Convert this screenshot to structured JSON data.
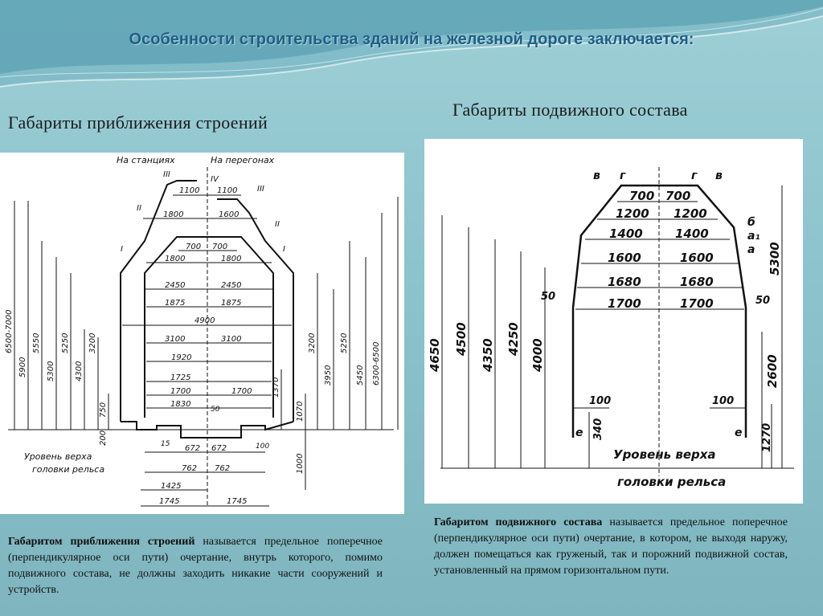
{
  "slide": {
    "title": "Особенности строительства зданий на железной дороге заключается:",
    "left": {
      "subtitle": "Габариты приближения строений",
      "caption_bold": "Габаритом приближения строений",
      "caption_text": " называется предельное поперечное (перпендикулярное оси пути) очертание, внутрь которого, помимо подвижного состава, не должны заходить никакие части сооружений и устройств."
    },
    "right": {
      "subtitle": "Габариты подвижного состава",
      "caption_bold": "Габаритом подвижного состава",
      "caption_text": " называется предельное поперечное (перпендикулярное оси пути) очертание, в котором, не выходя наружу, должен помещаться как груженый, так и порожний подвижной состав, установленный на прямом горизонтальном пути."
    }
  },
  "left_diagram": {
    "label_stations": "На станциях",
    "label_spans": "На перегонах",
    "roman": [
      "III",
      "IV",
      "III",
      "II",
      "II",
      "I",
      "I"
    ],
    "widths_left": [
      "1100",
      "1800",
      "700",
      "1800",
      "2450",
      "1875",
      "3100",
      "1920",
      "1725",
      "1700",
      "1830"
    ],
    "widths_right": [
      "1100",
      "1600",
      "700",
      "1800",
      "2450",
      "1875",
      "3100",
      "1700"
    ],
    "center_width": "4900",
    "heights_left": [
      "6500-7000",
      "5900",
      "5550",
      "5300",
      "5250",
      "4300",
      "3200",
      "750",
      "200"
    ],
    "heights_right": [
      "3200",
      "3950",
      "5250",
      "5450",
      "6300-6500",
      "1370",
      "1070",
      "1000"
    ],
    "bottom_widths": [
      "672",
      "672",
      "762",
      "762",
      "1425",
      "1745",
      "1745"
    ],
    "misc": [
      "50",
      "15",
      "100"
    ],
    "rail_label_1": "Уровень верха",
    "rail_label_2": "головки рельса"
  },
  "right_diagram": {
    "letters": [
      "в",
      "г",
      "г",
      "в",
      "б",
      "а₁",
      "а",
      "е",
      "е"
    ],
    "widths": [
      "700",
      "700",
      "1200",
      "1200",
      "1400",
      "1400",
      "1600",
      "1600",
      "1680",
      "1680",
      "1700",
      "1700"
    ],
    "heights": [
      "4650",
      "4500",
      "4350",
      "4250",
      "4000",
      "5300",
      "2600"
    ],
    "misc": [
      "50",
      "50",
      "100",
      "100",
      "340",
      "1270"
    ],
    "rail_label_1": "Уровень верха",
    "rail_label_2": "головки рельса"
  }
}
